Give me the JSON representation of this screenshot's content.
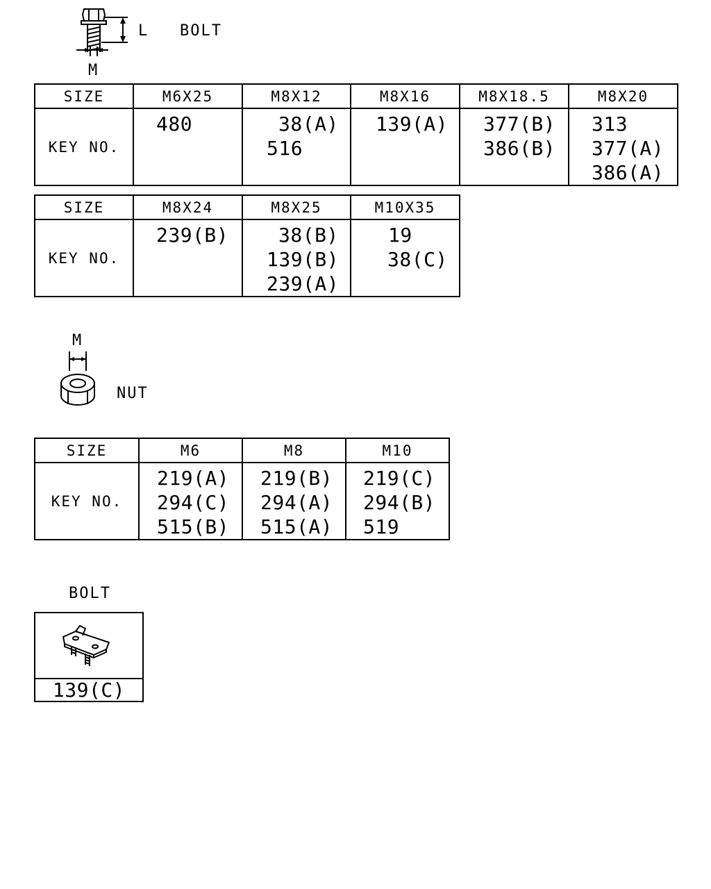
{
  "bolt_legend": {
    "title": "BOLT",
    "dim_length": "L",
    "dim_diameter": "M"
  },
  "bolt_table_1": {
    "size_header": "SIZE",
    "key_header": "KEY NO.",
    "columns": [
      {
        "size": "M6X25",
        "keys": [
          "480"
        ]
      },
      {
        "size": "M8X12",
        "keys": [
          "38(A)",
          "516"
        ]
      },
      {
        "size": "M8X16",
        "keys": [
          "139(A)"
        ]
      },
      {
        "size": "M8X18.5",
        "keys": [
          "377(B)",
          "386(B)"
        ]
      },
      {
        "size": "M8X20",
        "keys": [
          "313",
          "377(A)",
          "386(A)"
        ]
      }
    ]
  },
  "bolt_table_2": {
    "size_header": "SIZE",
    "key_header": "KEY NO.",
    "columns": [
      {
        "size": "M8X24",
        "keys": [
          "239(B)"
        ]
      },
      {
        "size": "M8X25",
        "keys": [
          "38(B)",
          "139(B)",
          "239(A)"
        ]
      },
      {
        "size": "M10X35",
        "keys": [
          "19",
          "38(C)"
        ]
      }
    ]
  },
  "nut_legend": {
    "title": "NUT",
    "dim_diameter": "M"
  },
  "nut_table": {
    "size_header": "SIZE",
    "key_header": "KEY NO.",
    "columns": [
      {
        "size": "M6",
        "keys": [
          "219(A)",
          "294(C)",
          "515(B)"
        ]
      },
      {
        "size": "M8",
        "keys": [
          "219(B)",
          "294(A)",
          "515(A)"
        ]
      },
      {
        "size": "M10",
        "keys": [
          "219(C)",
          "294(B)",
          "519"
        ]
      }
    ]
  },
  "special_bolt": {
    "title": "BOLT",
    "key": "139(C)"
  }
}
